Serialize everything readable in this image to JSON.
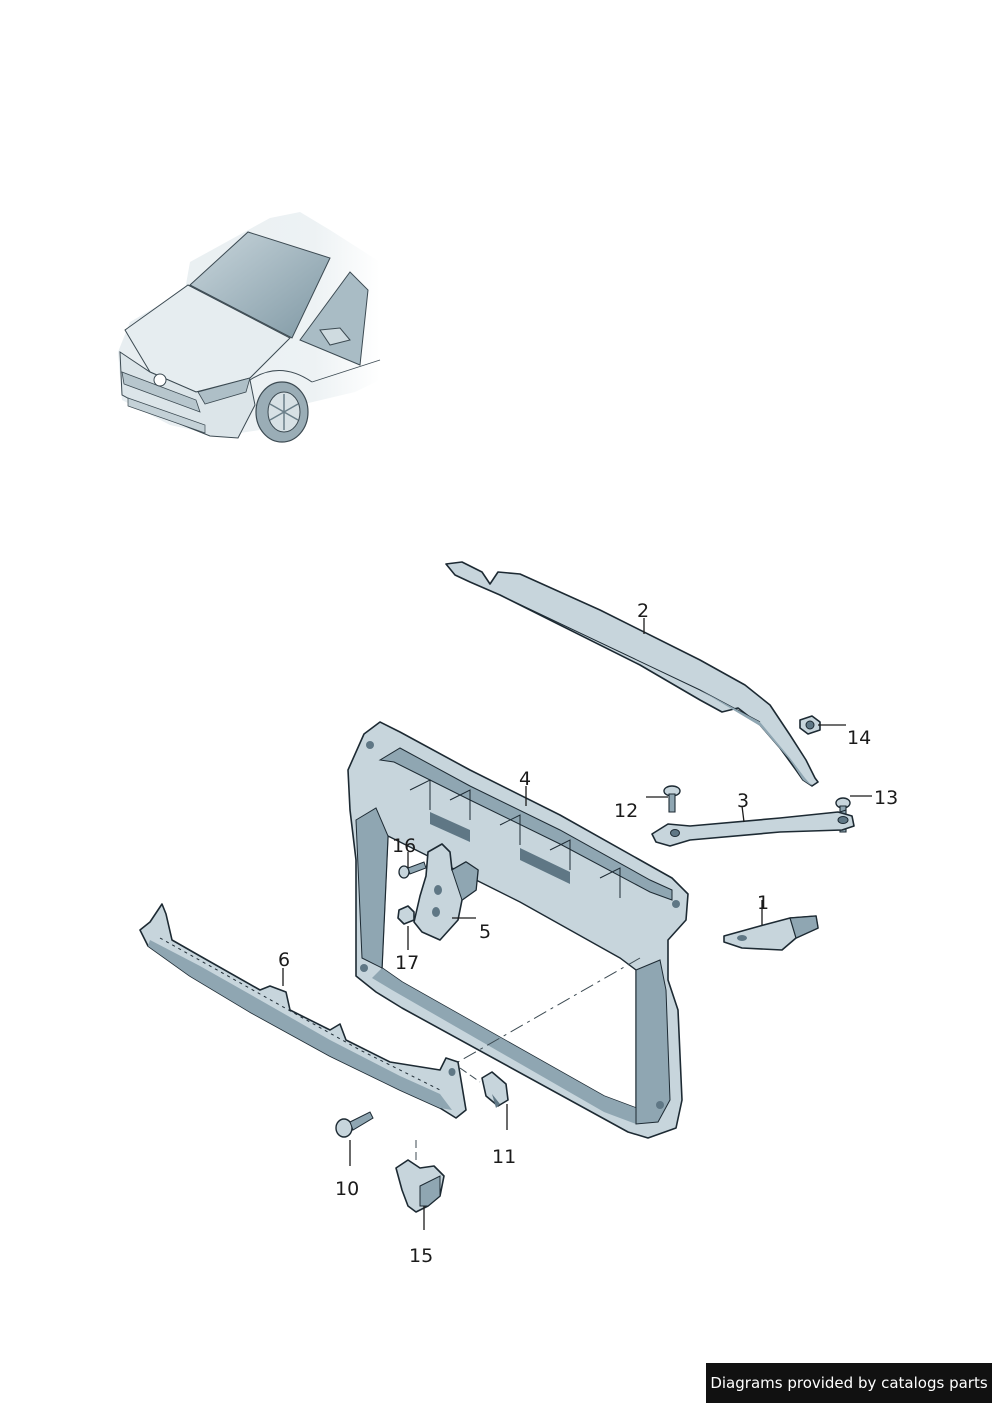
{
  "colors": {
    "part_fill": "#c7d5dc",
    "part_shade": "#8fa6b2",
    "part_dark": "#5f7785",
    "outline": "#1d2a33",
    "car_body": "#e4ebef",
    "car_glass": "#9fb4be",
    "credit_bg": "#111111"
  },
  "callouts": [
    {
      "id": "1",
      "label": "1"
    },
    {
      "id": "2",
      "label": "2"
    },
    {
      "id": "3",
      "label": "3"
    },
    {
      "id": "4",
      "label": "4"
    },
    {
      "id": "5",
      "label": "5"
    },
    {
      "id": "6",
      "label": "6"
    },
    {
      "id": "10",
      "label": "10"
    },
    {
      "id": "11",
      "label": "11"
    },
    {
      "id": "12",
      "label": "12"
    },
    {
      "id": "13",
      "label": "13"
    },
    {
      "id": "14",
      "label": "14"
    },
    {
      "id": "15",
      "label": "15"
    },
    {
      "id": "16",
      "label": "16"
    },
    {
      "id": "17",
      "label": "17"
    }
  ],
  "credit": "Diagrams provided by catalogs parts"
}
